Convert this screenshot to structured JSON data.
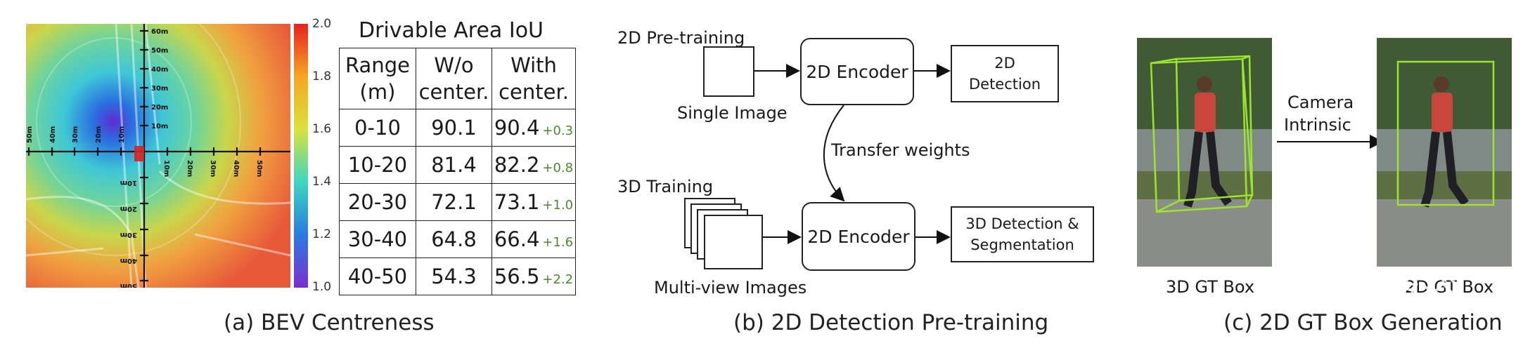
{
  "panel_a": {
    "caption": "(a) BEV Centreness",
    "colorbar": {
      "ticks": [
        "2.0",
        "1.8",
        "1.6",
        "1.4",
        "1.2",
        "1.0"
      ],
      "colors": [
        "#e8201e",
        "#f5a623",
        "#d9e23c",
        "#3dd6c0",
        "#2a7be0",
        "#7b2fd0"
      ]
    },
    "heatmap_axis_labels": {
      "up": [
        "60m",
        "50m",
        "40m",
        "30m",
        "20m",
        "10m"
      ],
      "left": [
        "50m",
        "40m",
        "30m",
        "20m",
        "10m"
      ],
      "right": [
        "10m",
        "20m",
        "30m",
        "40m",
        "50m"
      ],
      "down": [
        "10m",
        "20m",
        "30m",
        "40m",
        "50m"
      ]
    },
    "table": {
      "title": "Drivable Area IoU",
      "headers": [
        [
          "Range",
          "(m)"
        ],
        [
          "W/o",
          "center."
        ],
        [
          "With",
          "center."
        ]
      ],
      "rows": [
        {
          "range": "0-10",
          "without": "90.1",
          "with": "90.4",
          "delta": "+0.3"
        },
        {
          "range": "10-20",
          "without": "81.4",
          "with": "82.2",
          "delta": "+0.8"
        },
        {
          "range": "20-30",
          "without": "72.1",
          "with": "73.1",
          "delta": "+1.0"
        },
        {
          "range": "30-40",
          "without": "64.8",
          "with": "66.4",
          "delta": "+1.6"
        },
        {
          "range": "40-50",
          "without": "54.3",
          "with": "56.5",
          "delta": "+2.2"
        }
      ]
    }
  },
  "panel_b": {
    "caption": "(b) 2D Detection Pre-training",
    "pretraining_label": "2D Pre-training",
    "single_image_label": "Single Image",
    "encoder_top": "2D  Encoder",
    "detection_box": [
      "2D",
      "Detection"
    ],
    "transfer_label": "Transfer weights",
    "training_label": "3D Training",
    "multiview_label": "Multi-view Images",
    "encoder_bottom": "2D  Encoder",
    "det_seg_box": [
      "3D Detection &",
      "Segmentation"
    ]
  },
  "panel_c": {
    "caption": "(c) 2D GT Box Generation",
    "left_label": "3D GT Box",
    "arrow_label": [
      "Camera",
      "Intrinsic"
    ],
    "right_label": "2D GT Box",
    "watermark": "知乎 @黄浴",
    "box_color": "#9be62a"
  }
}
